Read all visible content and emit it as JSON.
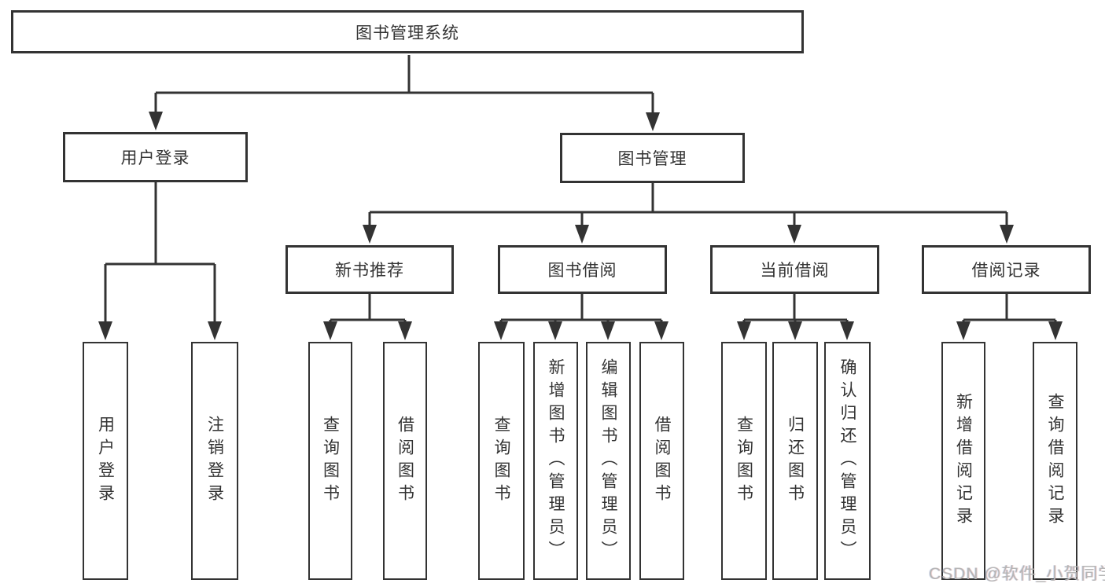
{
  "colors": {
    "line": "#333333",
    "text": "#333333",
    "box_background": "#ffffff",
    "watermark": "#b5b5b5"
  },
  "watermark": {
    "text": "CSDN @软件_小贺同学"
  },
  "tree": {
    "root": "图书管理系统",
    "branches": [
      {
        "label": "用户登录",
        "children": [
          "用户登录",
          "注销登录"
        ]
      },
      {
        "label": "图书管理",
        "groups": [
          {
            "label": "新书推荐",
            "children": [
              "查询图书",
              "借阅图书"
            ]
          },
          {
            "label": "图书借阅",
            "children": [
              "查询图书",
              "新增图书（管理员）",
              "编辑图书（管理员）",
              "借阅图书"
            ]
          },
          {
            "label": "当前借阅",
            "children": [
              "查询图书",
              "归还图书",
              "确认归还（管理员）"
            ]
          },
          {
            "label": "借阅记录",
            "children": [
              "新增借阅记录",
              "查询借阅记录"
            ]
          }
        ]
      }
    ]
  }
}
